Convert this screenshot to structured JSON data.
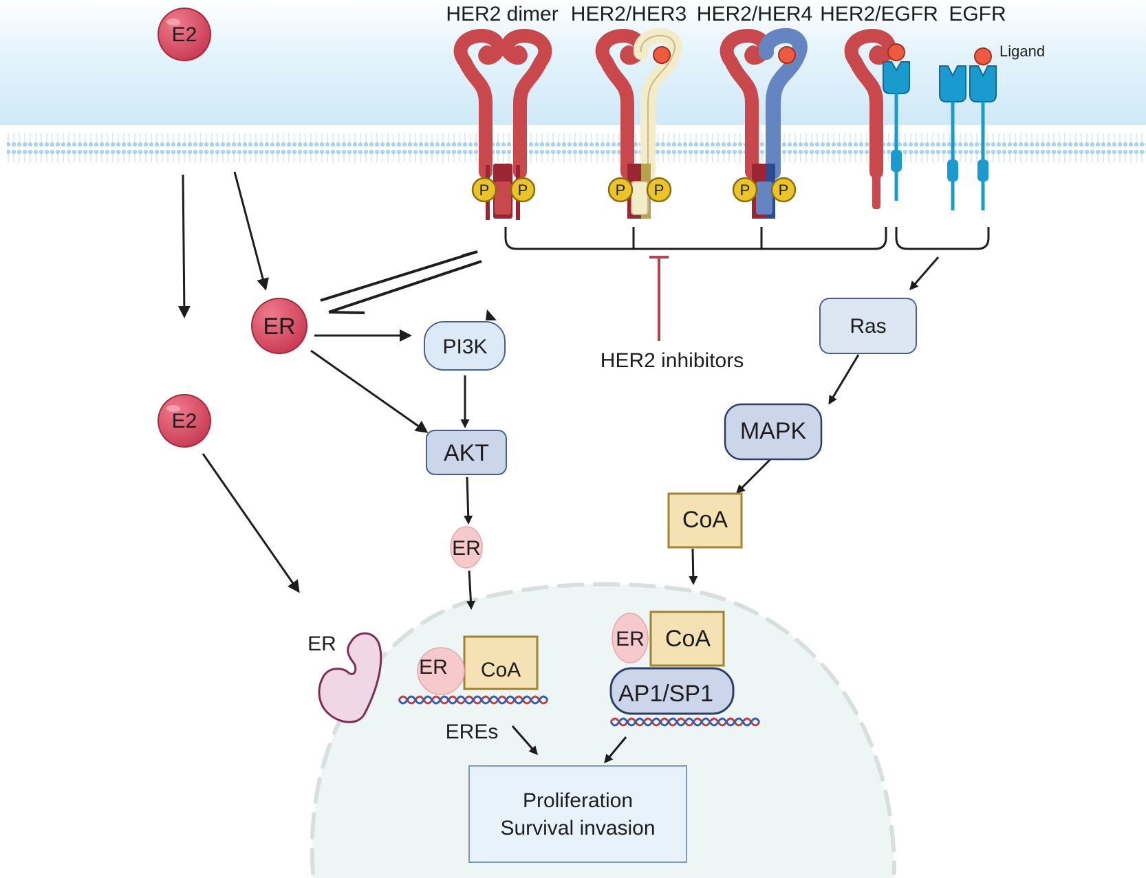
{
  "receptors": {
    "her2_dimer": "HER2 dimer",
    "her2_her3": "HER2/HER3",
    "her2_her4": "HER2/HER4",
    "her2_egfr": "HER2/EGFR",
    "egfr": "EGFR",
    "ligand": "Ligand",
    "phospho": "P"
  },
  "molecules": {
    "e2_top": "E2",
    "e2_mid": "E2",
    "er_membrane": "ER",
    "er_cytosol": "ER",
    "er_free": "ER",
    "er_dna_left": "ER",
    "er_dna_right": "ER",
    "pi3k": "PI3K",
    "akt": "AKT",
    "ras": "Ras",
    "mapk": "MAPK",
    "coa_cyto": "CoA",
    "coa_left": "CoA",
    "coa_right": "CoA",
    "ap1_sp1": "AP1/SP1",
    "eres": "EREs"
  },
  "inhibitor": "HER2 inhibitors",
  "outcome": {
    "line1": "Proliferation",
    "line2": "Survival invasion"
  },
  "colors": {
    "her2": "#c9484b",
    "her2_dark": "#9b2532",
    "her3": "#f3ecc8",
    "her4": "#6584c2",
    "egfr": "#1a9bd0",
    "e2": "#d64860",
    "er_light": "#f6c9cc",
    "pathway_box": "#ccd6ea",
    "pi3k": "#dceaf7",
    "coa": "#f5e2b4",
    "coa_border": "#a0842e",
    "nucleus": "#eef6f5",
    "membrane": "#cfe9f7",
    "inhibitor_bar": "#b8434a",
    "phospho": "#e9c42b"
  }
}
